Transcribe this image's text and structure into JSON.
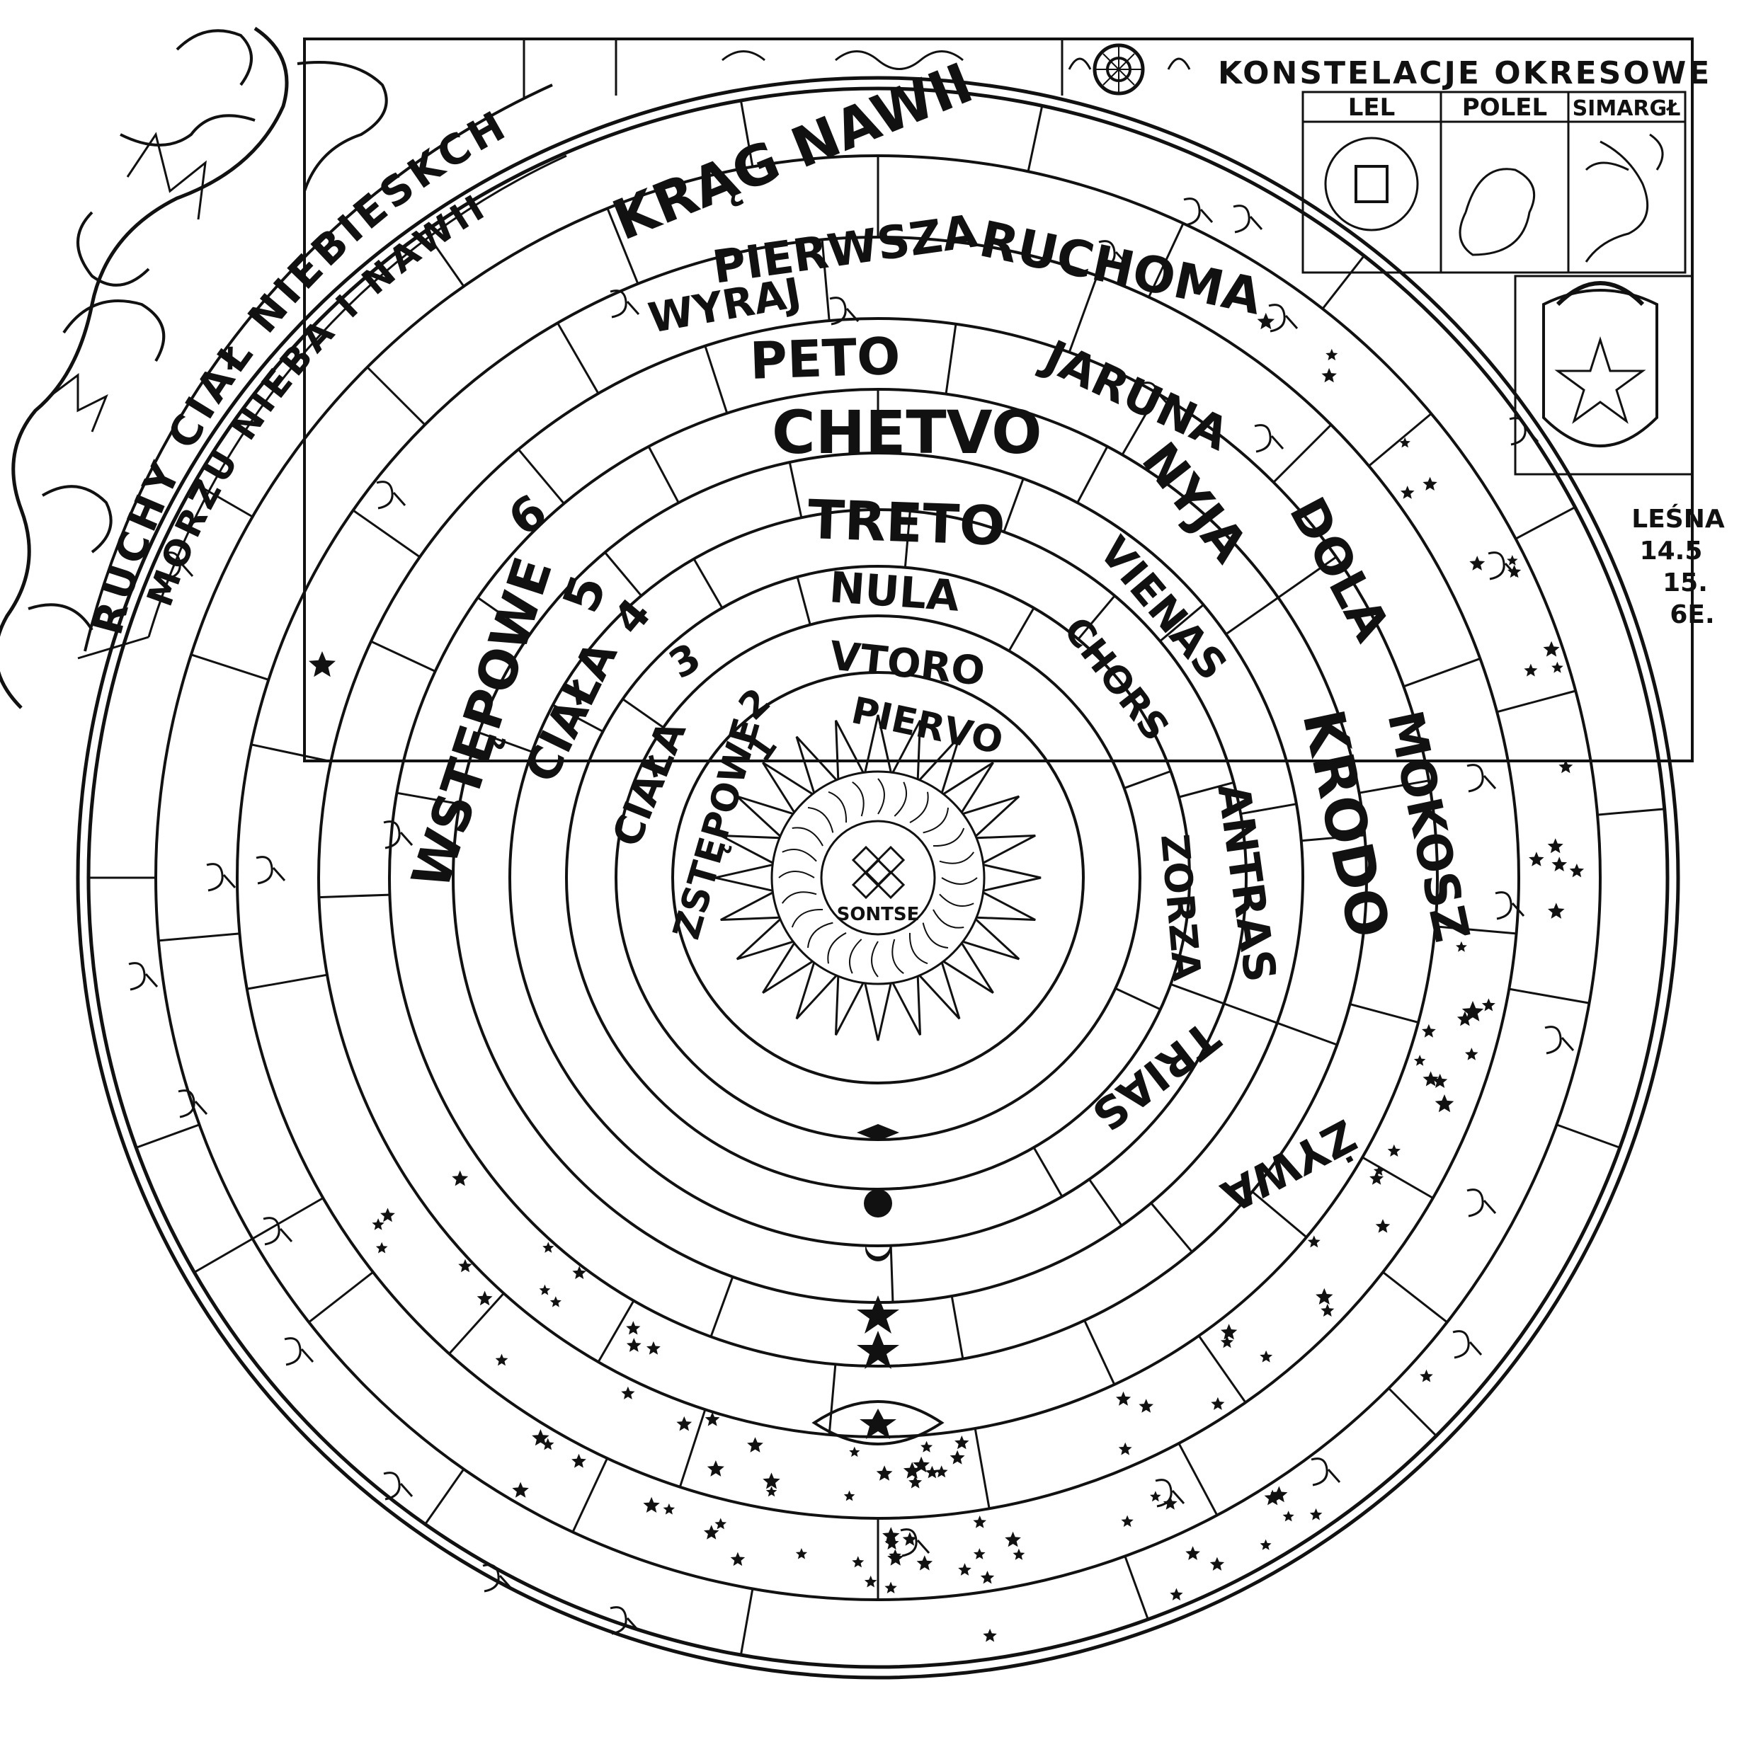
{
  "title_arc": {
    "outer": "RUCHY CIAŁ NIEBIESKCH PO",
    "inner": "MORZU NIEBA I NAWII"
  },
  "constellations_panel": {
    "title": "KONSTELACJE OKRESOWE",
    "columns": [
      "LEL",
      "POLEL",
      "SIMARGŁ"
    ]
  },
  "date_note": [
    "LEŚNA",
    "14.5",
    "15.",
    "6E."
  ],
  "rings": {
    "krag": "KRĄG NAWII",
    "pierwsza": "PIERWSZA",
    "ruchoma": "RUCHOMA",
    "wyraj": "WYRAJ",
    "peto": "PETO",
    "jaruna": "JARUNA",
    "chetvo": "CHETVO",
    "nyja": "NYJA",
    "dola": "DOLA",
    "mokosz": "MOKOSZ",
    "treto": "TRETO",
    "vienas": "VIENAS",
    "krodo": "KRODO",
    "zywa": "ŻYWA",
    "nula": "NULA",
    "chors": "CHORS",
    "antras": "ANTRAS",
    "trias": "TRIAS",
    "vtoro": "VTORO",
    "zorza": "ZORZA",
    "piervo": "PIERVO",
    "sontse": "SONTSE",
    "wstepowe": "WSTĘPOWE",
    "n6": "6",
    "n5": "5",
    "ciala4": "CIAŁA",
    "n4": "4",
    "n3": "3",
    "ciala2": "CIAŁA",
    "n2": "2",
    "zstepowe": "ZSTĘPOWE",
    "n1": "1"
  },
  "icons": [
    "sun-icon",
    "star-icon",
    "moon-icon",
    "constellation-icon",
    "glyph-icon",
    "compass-rose-icon",
    "shield-star-icon"
  ]
}
